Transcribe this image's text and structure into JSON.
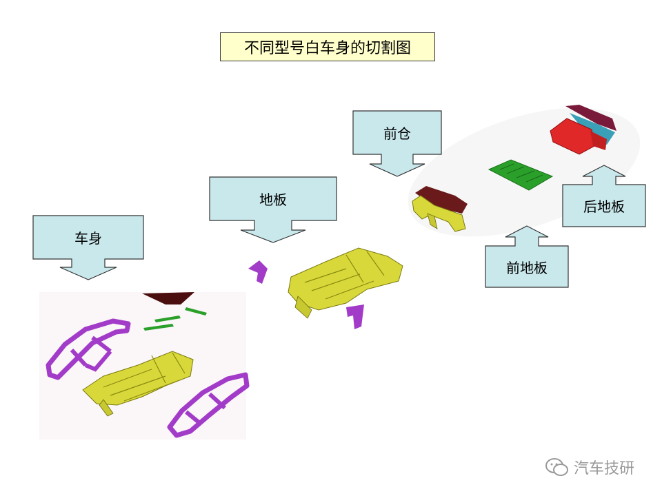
{
  "title": "不同型号白车身的切割图",
  "callouts": {
    "body": "车身",
    "floor": "地板",
    "front_compartment": "前仓",
    "rear_floor": "后地板",
    "front_floor": "前地板"
  },
  "watermark": "汽车技研",
  "colors": {
    "callout_fill": "#c9e8ec",
    "title_fill": "#ffffcc",
    "part_yellow": "#d8d83a",
    "part_purple": "#a23cc8",
    "part_green": "#2aa02a",
    "part_red": "#e02828"
  }
}
